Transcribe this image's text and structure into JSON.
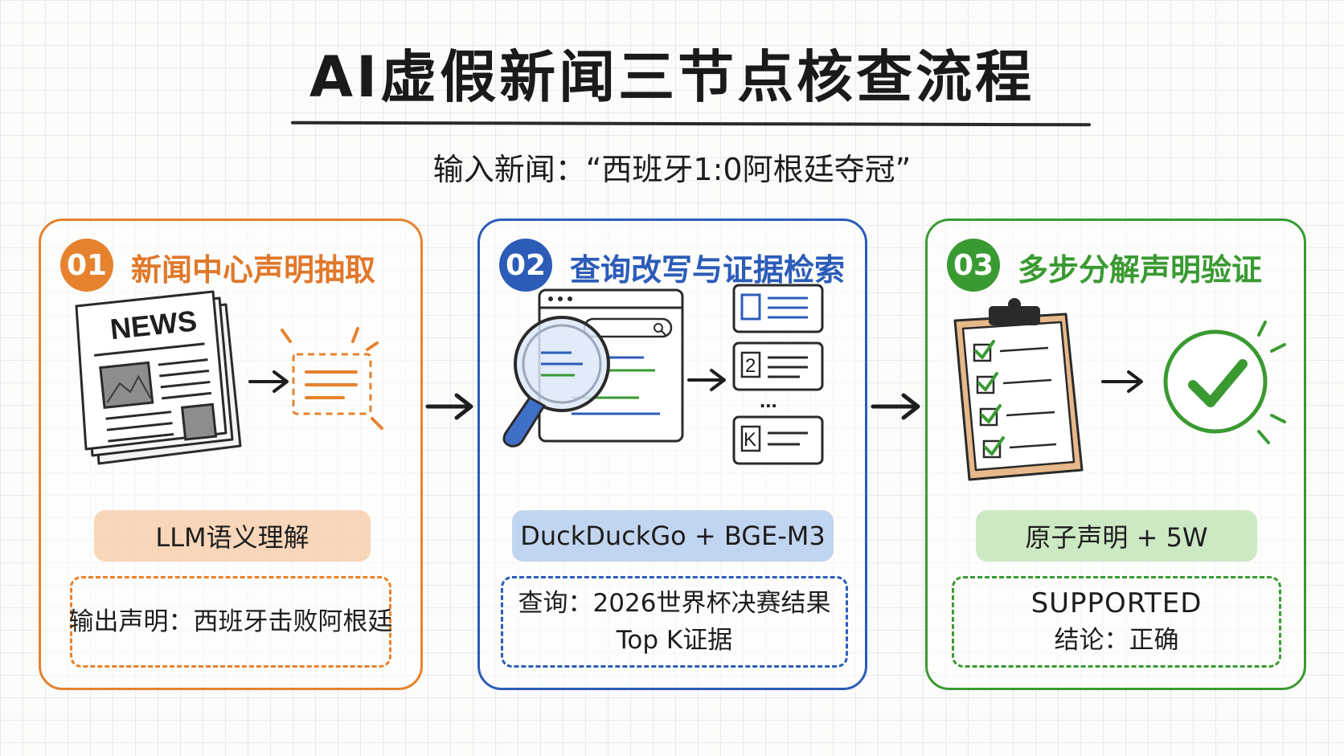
{
  "title": "AI虚假新闻三节点核查流程",
  "subtitle": "输入新闻：“西班牙1:0阿根廷夺冠”",
  "colors": {
    "step1": "#e6822e",
    "step2": "#2c5cb8",
    "step3": "#3a9a32",
    "ink": "#1d1d1d"
  },
  "steps": [
    {
      "number": "01",
      "title": "新闻中心声明抽取",
      "icon": "newspaper-icon",
      "icon_text": "NEWS",
      "method": "LLM语义理解",
      "output_lines": [
        "输出声明：西班牙击败阿根廷"
      ]
    },
    {
      "number": "02",
      "title": "查询改写与证据检索",
      "icon": "magnifier-browser-icon",
      "doc_labels": [
        "2",
        "...",
        "K"
      ],
      "method": "DuckDuckGo + BGE-M3",
      "output_lines": [
        "查询：2026世界杯决赛结果",
        "Top K证据"
      ]
    },
    {
      "number": "03",
      "title": "多步分解声明验证",
      "icon": "clipboard-checklist-icon",
      "method": "原子声明 + 5W",
      "output_lines": [
        "SUPPORTED",
        "结论：正确"
      ]
    }
  ]
}
